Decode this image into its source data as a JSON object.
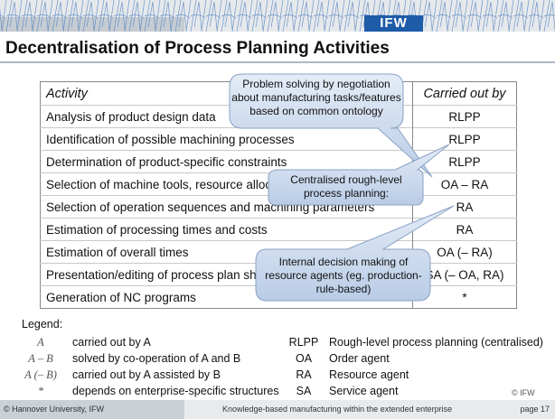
{
  "header": {
    "logo": "IFW",
    "title": "Decentralisation of Process Planning Activities"
  },
  "table": {
    "headers": [
      "Activity",
      "Carried out by"
    ],
    "rows": [
      [
        "Analysis of product design data",
        "RLPP"
      ],
      [
        "Identification of possible machining processes",
        "RLPP"
      ],
      [
        "Determination of product-specific constraints",
        "RLPP"
      ],
      [
        "Selection of machine tools, resource allocation",
        "OA – RA"
      ],
      [
        "Selection of operation sequences and machining parameters",
        "RA"
      ],
      [
        "Estimation of processing times and costs",
        "RA"
      ],
      [
        "Estimation of overall times",
        "OA (– RA)"
      ],
      [
        "Presentation/editing of process plan sheets",
        "SA (– OA, RA)"
      ],
      [
        "Generation of NC programs",
        "*"
      ]
    ]
  },
  "callouts": [
    "Problem solving by negotiation about manufacturing tasks/features based on common ontology",
    "Centralised rough-level process planning:",
    "Internal decision making of resource agents (eg. production-rule-based)"
  ],
  "legend": {
    "title": "Legend:",
    "symbols": [
      {
        "sym": "A",
        "desc": "carried out by A"
      },
      {
        "sym": "A – B",
        "desc": "solved by co-operation of A and B"
      },
      {
        "sym": "A (– B)",
        "desc": "carried out by A assisted by B"
      },
      {
        "sym": "*",
        "desc": "depends on enterprise-specific structures"
      }
    ],
    "abbrevs": [
      {
        "abbr": "RLPP",
        "desc": "Rough-level process planning (centralised)"
      },
      {
        "abbr": "OA",
        "desc": "Order agent"
      },
      {
        "abbr": "RA",
        "desc": "Resource agent"
      },
      {
        "abbr": "SA",
        "desc": "Service agent"
      }
    ],
    "copyright": "© IFW"
  },
  "footer": {
    "left": "© Hannover University, IFW",
    "center": "Knowledge-based manufacturing within the extended enterprise",
    "right": "page 17"
  }
}
